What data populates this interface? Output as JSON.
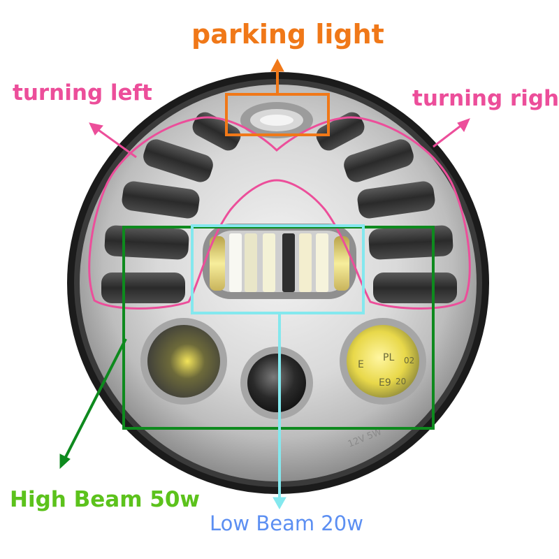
{
  "labels": {
    "parking_light": "parking light",
    "turning_left": "turning left",
    "turning_right": "turning right",
    "high_beam": "High Beam 50w",
    "low_beam": "Low Beam 20w"
  },
  "stamped_text": {
    "lens_codes": [
      "E",
      "PL",
      "02",
      "E9",
      "20"
    ],
    "rim_text": "12V 5W"
  },
  "colors": {
    "parking_light": "#f07818",
    "turning": "#ec4e9a",
    "high_beam": "#0e8a1e",
    "high_beam_text": "#5cc21c",
    "low_beam": "#84e8ee",
    "low_beam_text": "#5c8ff2"
  }
}
